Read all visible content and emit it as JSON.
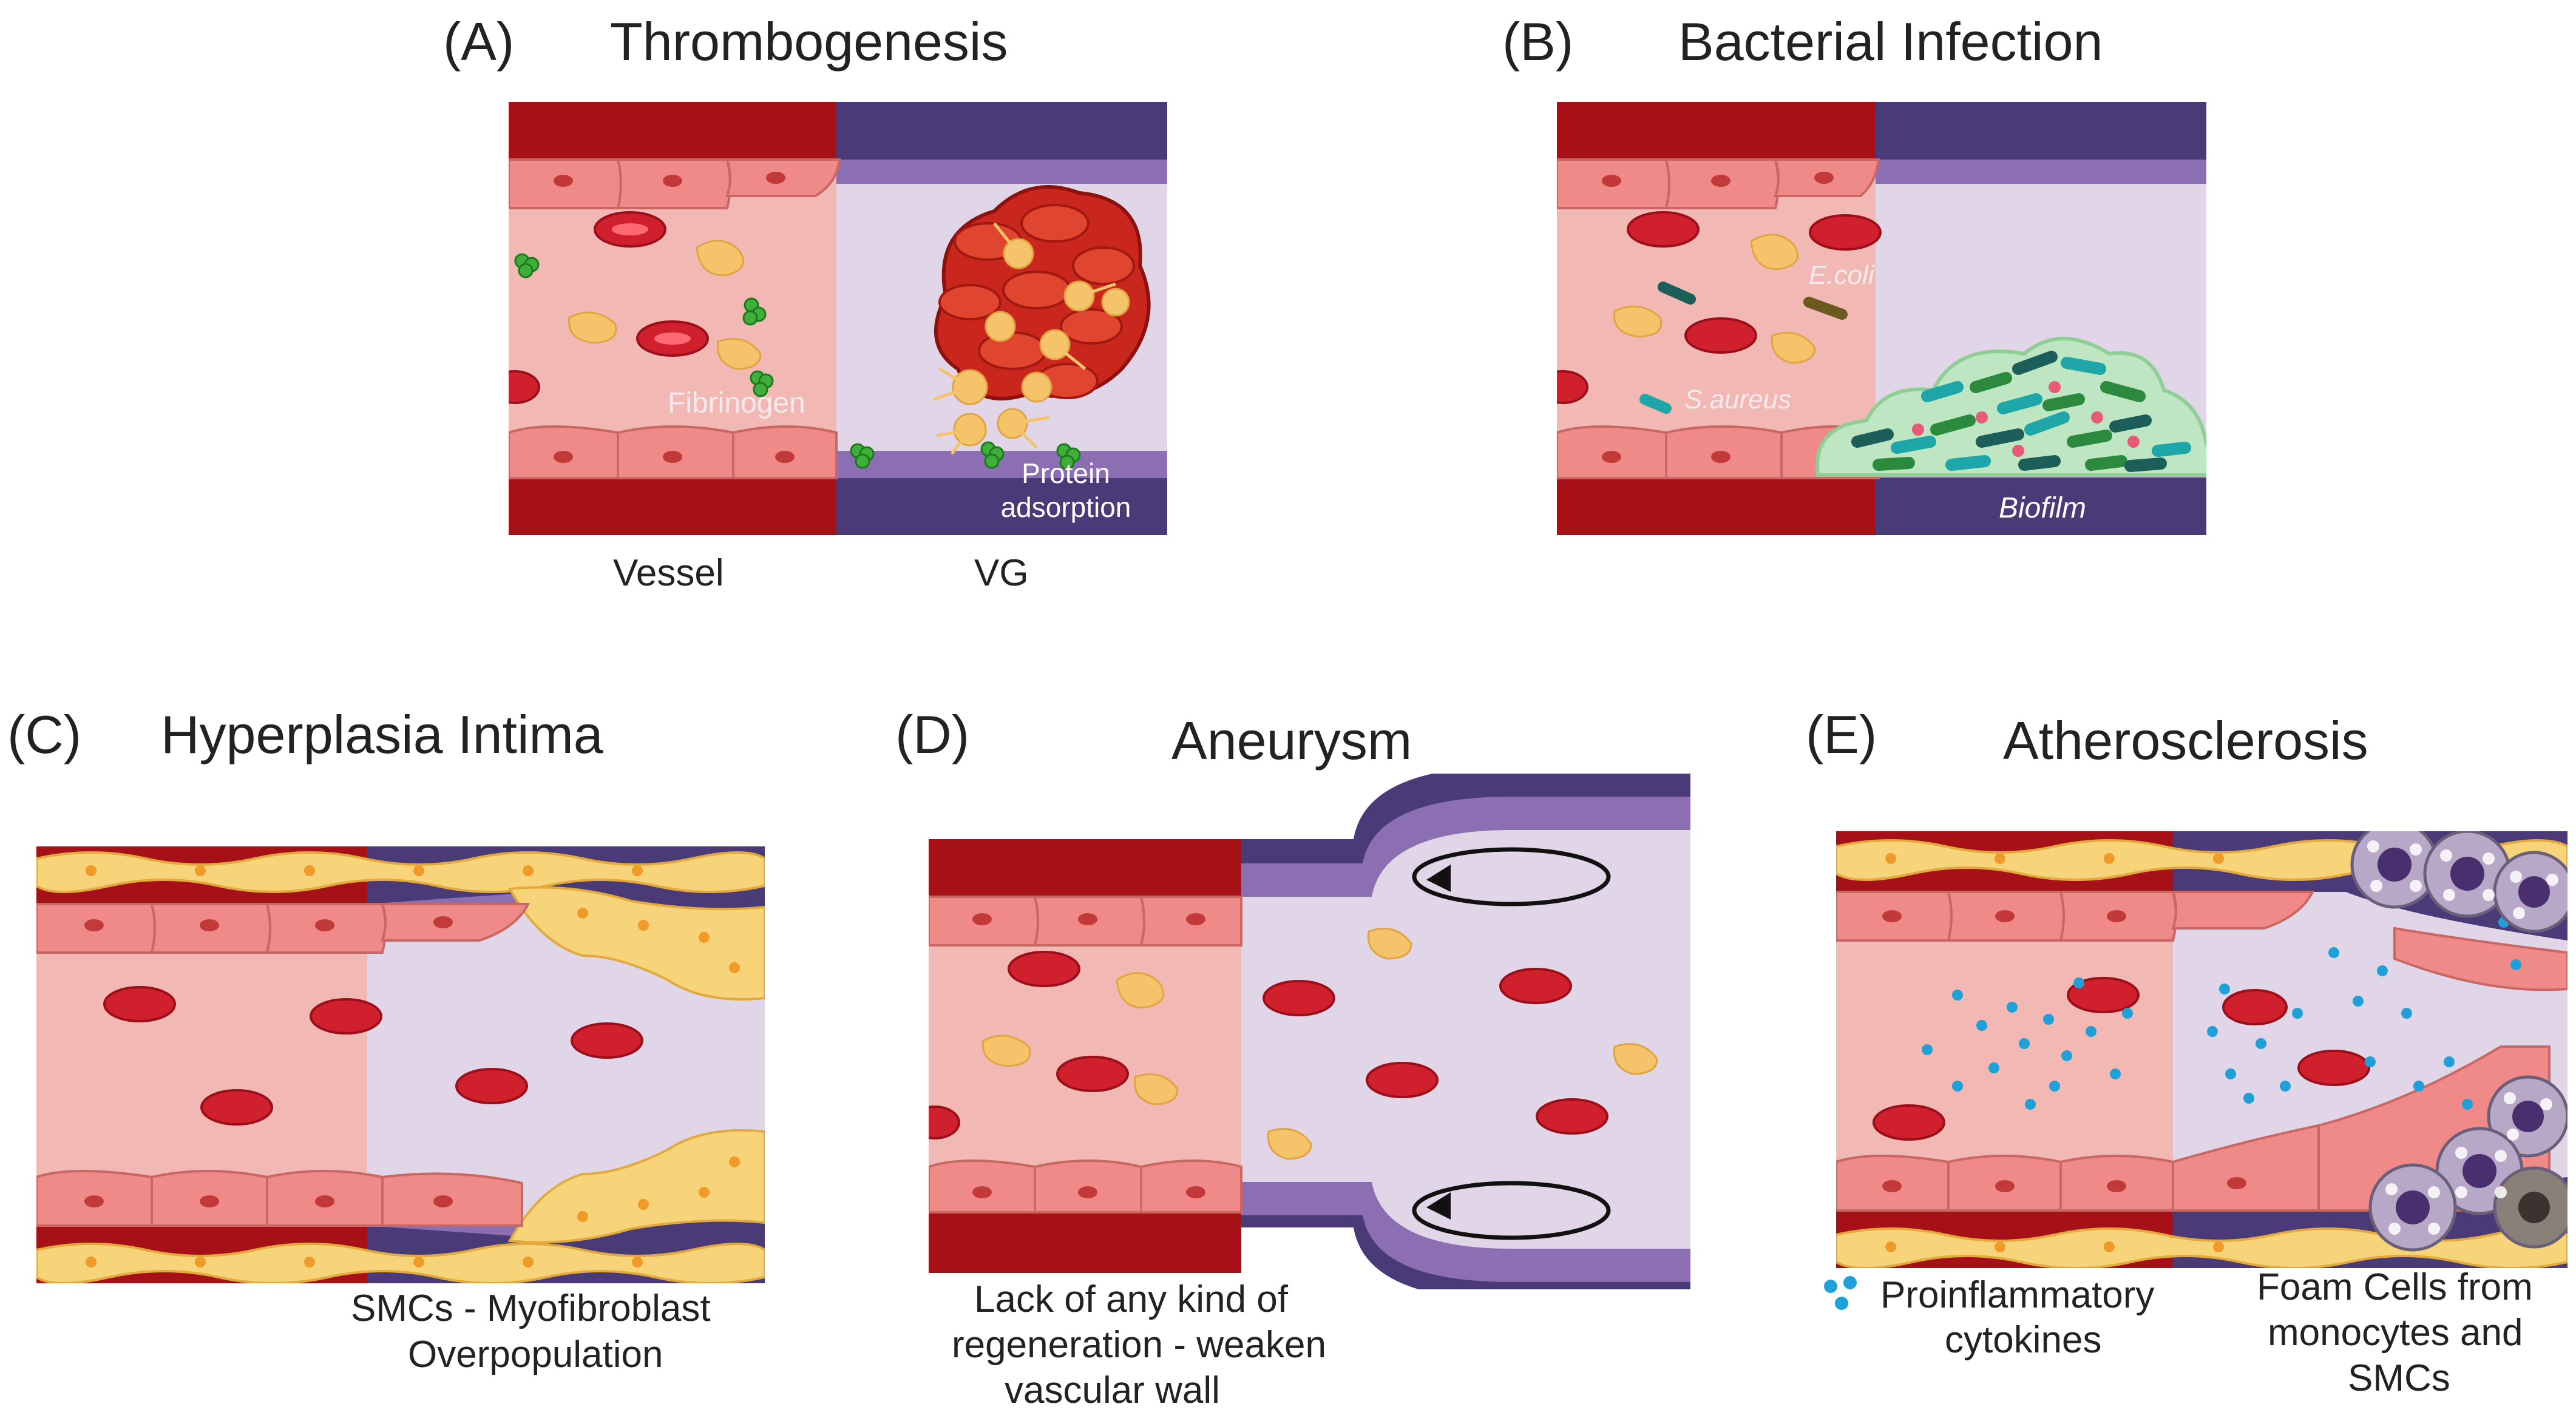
{
  "panels": {
    "a": {
      "letter": "(A)",
      "title": "Thrombogenesis",
      "labels": {
        "fibrinogen": "Fibrinogen",
        "protein_adsorption_1": "Protein",
        "protein_adsorption_2": "adsorption"
      },
      "captions": {
        "vessel": "Vessel",
        "vg": "VG"
      }
    },
    "b": {
      "letter": "(B)",
      "title": "Bacterial Infection",
      "labels": {
        "ecoli": "E.coli",
        "saureus": "S.aureus",
        "biofilm": "Biofilm"
      }
    },
    "c": {
      "letter": "(C)",
      "title": "Hyperplasia Intima",
      "caption_1": "SMCs - Myofibroblast",
      "caption_2": "Overpopulation"
    },
    "d": {
      "letter": "(D)",
      "title": "Aneurysm",
      "caption_1": "Lack of any kind of",
      "caption_2": "regeneration - weaken",
      "caption_3": "vascular wall"
    },
    "e": {
      "letter": "(E)",
      "title": "Atherosclerosis",
      "legend_cytokines_1": "Proinflammatory",
      "legend_cytokines_2": "cytokines",
      "legend_foam_1": "Foam Cells from",
      "legend_foam_2": "monocytes and",
      "legend_foam_3": "SMCs"
    }
  },
  "colors": {
    "vessel_wall": "#a61117",
    "graft_wall": "#4a3a78",
    "graft_light": "#8c6fb3",
    "vessel_lumen": "#f2b9b4",
    "graft_lumen": "#e0d6e8",
    "endothelium": "#ef8a88",
    "rbc": "#d0202e",
    "platelet": "#f5c46a",
    "smc": "#f7d37a",
    "cytokine": "#1fa0d8"
  }
}
